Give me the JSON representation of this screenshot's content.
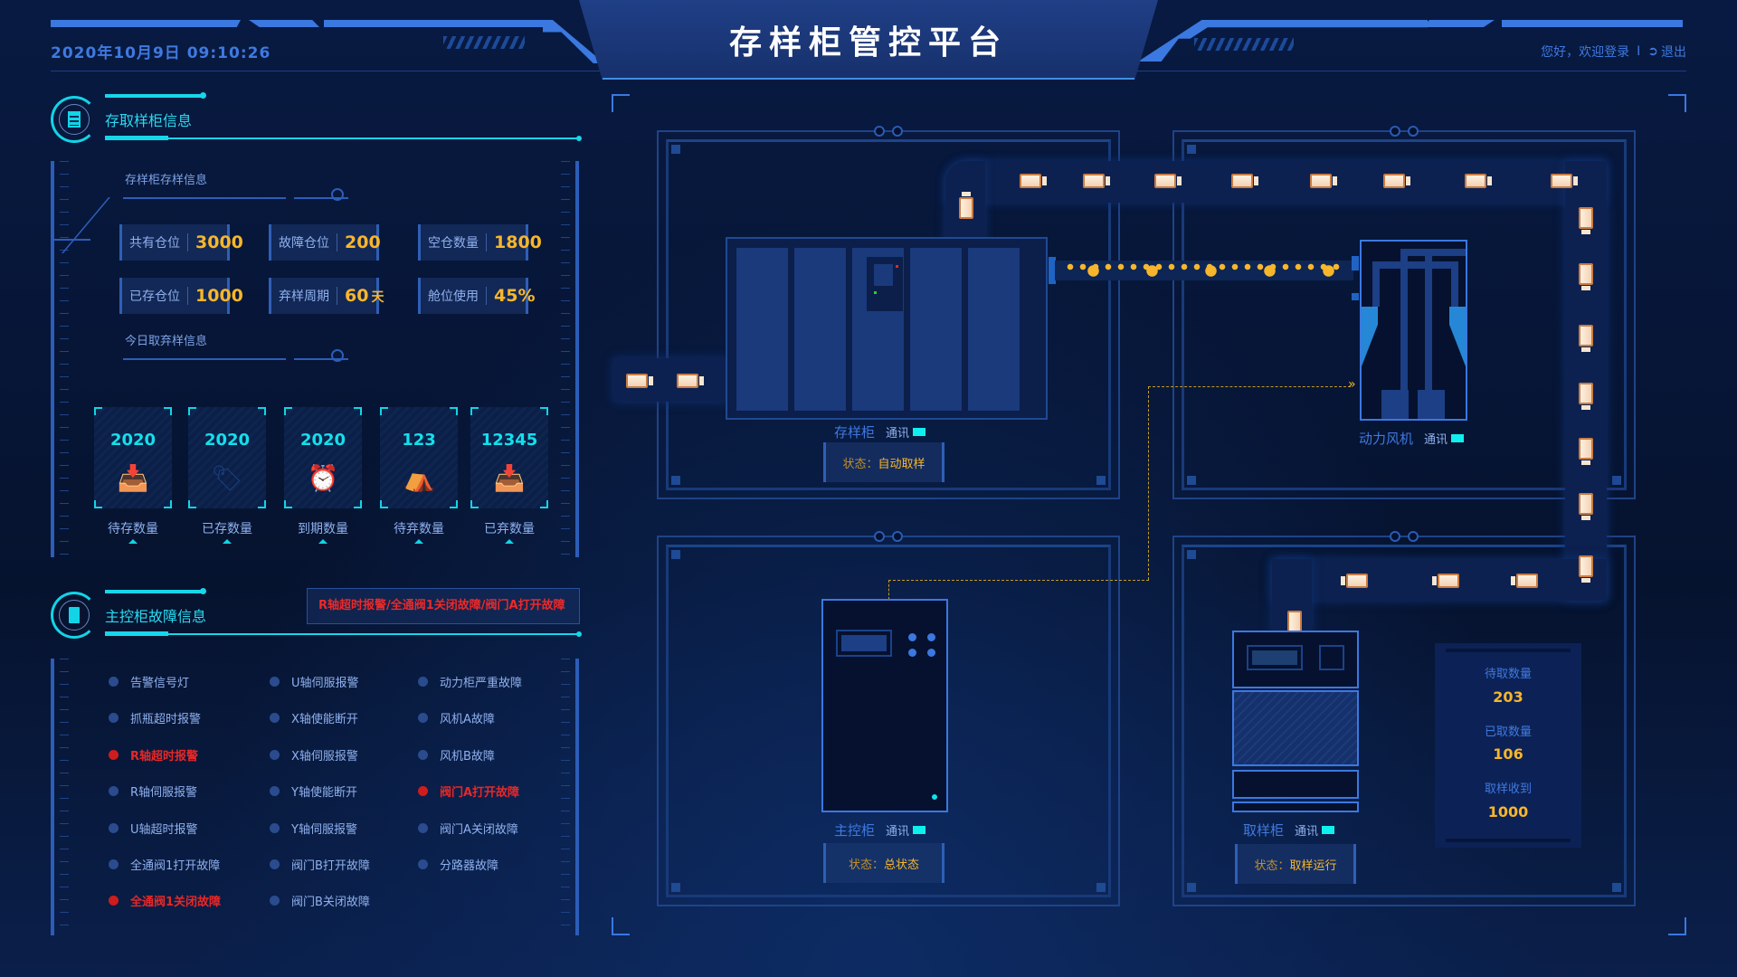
{
  "header": {
    "title": "存样柜管控平台",
    "datetime": "2020年10月9日  09:10:26",
    "greeting": "您好，欢迎登录",
    "separator": "I",
    "logout_label": "退出"
  },
  "storage_section": {
    "title": "存取样柜信息",
    "storage_info": {
      "subtitle": "存样柜存样信息",
      "stats": [
        {
          "label": "共有仓位",
          "value": "3000",
          "unit": ""
        },
        {
          "label": "故障仓位",
          "value": "200",
          "unit": ""
        },
        {
          "label": "空仓数量",
          "value": "1800",
          "unit": ""
        },
        {
          "label": "已存仓位",
          "value": "1000",
          "unit": ""
        },
        {
          "label": "弃样周期",
          "value": "60",
          "unit": "天"
        },
        {
          "label": "舱位使用",
          "value": "45%",
          "unit": ""
        }
      ]
    },
    "today_info": {
      "subtitle": "今日取弃样信息",
      "cards": [
        {
          "value": "2020",
          "label": "待存数量",
          "icon": "inbox-download-icon"
        },
        {
          "value": "2020",
          "label": "已存数量",
          "icon": "tag-icon"
        },
        {
          "value": "2020",
          "label": "到期数量",
          "icon": "alarm-clock-icon"
        },
        {
          "value": "123",
          "label": "待弃数量",
          "icon": "tent-icon"
        },
        {
          "value": "12345",
          "label": "已弃数量",
          "icon": "inbox-download-icon"
        }
      ]
    }
  },
  "fault_section": {
    "title": "主控柜故障信息",
    "alarm_banner": "R轴超时报警/全通阀1关闭故障/阀门A打开故障",
    "columns": [
      [
        {
          "label": "告警信号灯",
          "active": false
        },
        {
          "label": "抓瓶超时报警",
          "active": false
        },
        {
          "label": "R轴超时报警",
          "active": true
        },
        {
          "label": "R轴伺服报警",
          "active": false
        },
        {
          "label": "U轴超时报警",
          "active": false
        },
        {
          "label": "全通阀1打开故障",
          "active": false
        },
        {
          "label": "全通阀1关闭故障",
          "active": true
        }
      ],
      [
        {
          "label": "U轴伺服报警",
          "active": false
        },
        {
          "label": "X轴使能断开",
          "active": false
        },
        {
          "label": "X轴伺服报警",
          "active": false
        },
        {
          "label": "Y轴使能断开",
          "active": false
        },
        {
          "label": "Y轴伺服报警",
          "active": false
        },
        {
          "label": "阀门B打开故障",
          "active": false
        },
        {
          "label": "阀门B关闭故障",
          "active": false
        }
      ],
      [
        {
          "label": "动力柜严重故障",
          "active": false
        },
        {
          "label": "风机A故障",
          "active": false
        },
        {
          "label": "风机B故障",
          "active": false
        },
        {
          "label": "阀门A打开故障",
          "active": true
        },
        {
          "label": "阀门A关闭故障",
          "active": false
        },
        {
          "label": "分路器故障",
          "active": false
        }
      ]
    ]
  },
  "diagram": {
    "storage_cabinet": {
      "name": "存样柜",
      "comm_label": "通讯",
      "status_key": "状态：",
      "status_value": "自动取样"
    },
    "fan": {
      "name": "动力风机",
      "comm_label": "通讯"
    },
    "master_cabinet": {
      "name": "主控柜",
      "comm_label": "通讯",
      "status_key": "状态：",
      "status_value": "总状态"
    },
    "sampling_cabinet": {
      "name": "取样柜",
      "comm_label": "通讯",
      "status_key": "状态：",
      "status_value": "取样运行"
    },
    "sampling_readout": [
      {
        "label": "待取数量",
        "value": "203"
      },
      {
        "label": "已取数量",
        "value": "106"
      },
      {
        "label": "取样收到",
        "value": "1000"
      }
    ]
  },
  "colors": {
    "accent_blue": "#3b78e0",
    "cyan": "#12d4e6",
    "value_yellow": "#f7b62b",
    "alarm_red": "#e62828",
    "comm_ok": "#0ff0ee"
  }
}
